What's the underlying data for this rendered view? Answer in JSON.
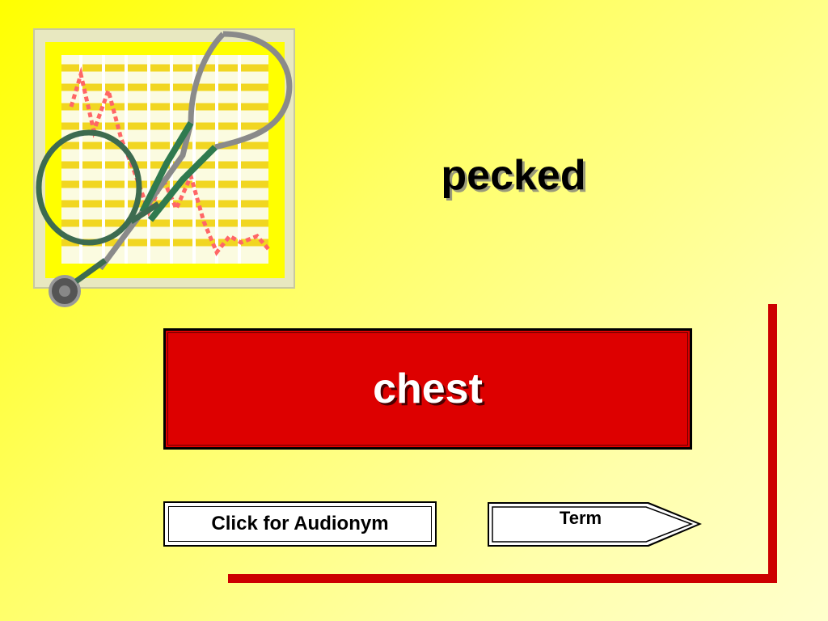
{
  "slide": {
    "word": "pecked",
    "answer": "chest",
    "audio_button_label": "Click for Audionym",
    "term_button_label": "Term"
  },
  "colors": {
    "background": "#ffff33",
    "answer_box": "#dd0000",
    "frame": "#cc0000"
  },
  "icons": {
    "clipart": "stethoscope-chart-icon",
    "term_arrow": "arrow-right-icon"
  }
}
